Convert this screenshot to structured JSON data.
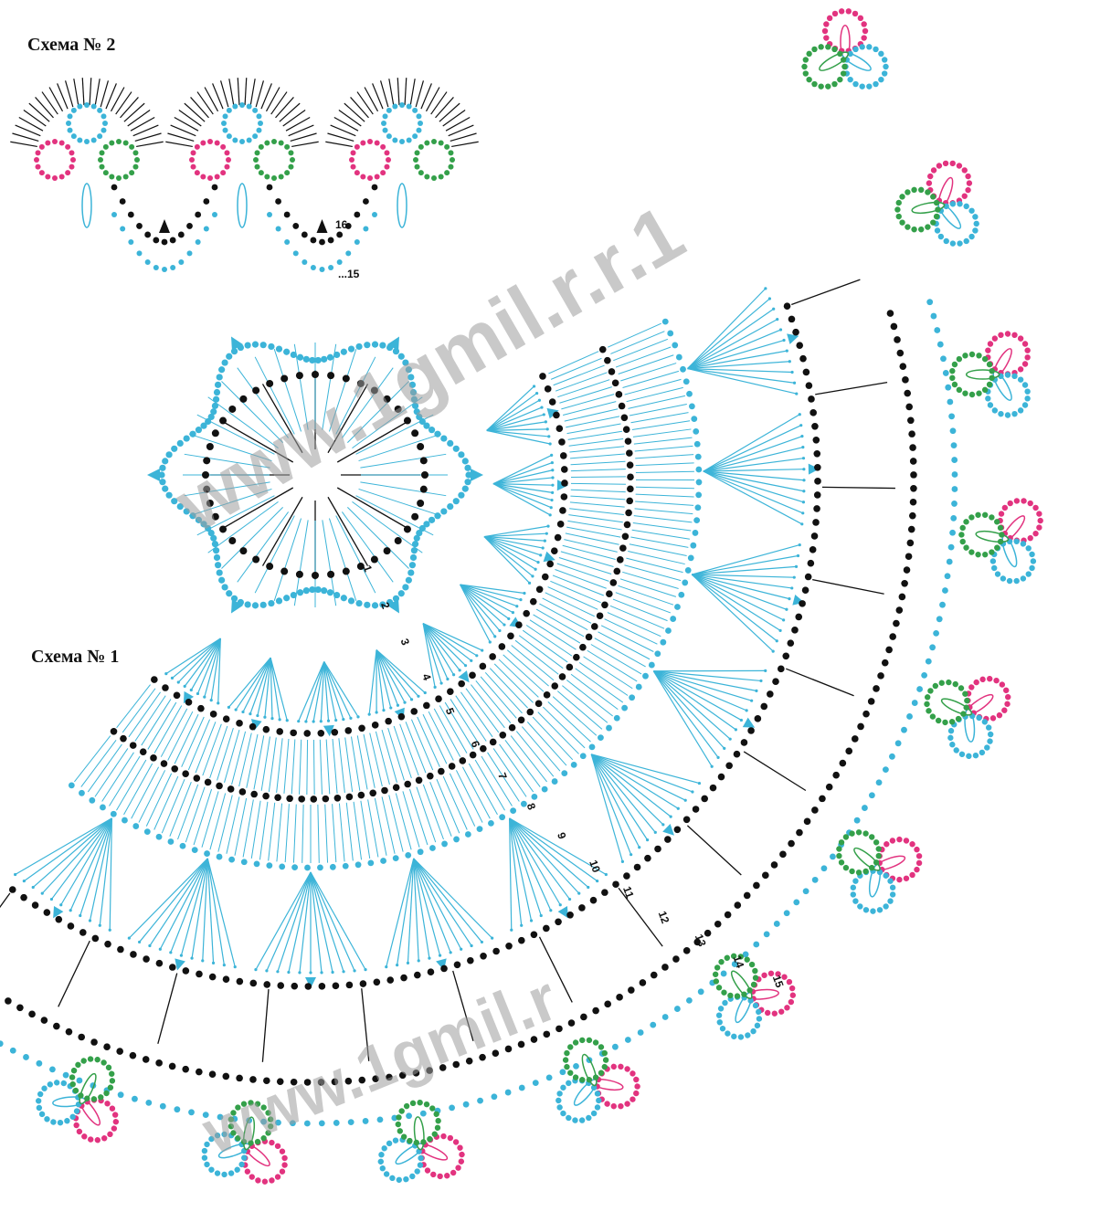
{
  "titles": {
    "scheme2": "Схема № 2",
    "scheme1": "Схема № 1"
  },
  "scheme2_labels": {
    "row16": "16",
    "row15": "...15"
  },
  "watermarks": {
    "main": "www.1gmil.r.r.1",
    "bottom": "www.1gmil.r"
  },
  "colors": {
    "chain_black": "#111111",
    "stitch_blue": "#3cb4d8",
    "petal_pink": "#e2337f",
    "petal_green": "#34a04a",
    "watermark_gray": "#9c9c9c"
  },
  "round_numbers": [
    "1",
    "2",
    "3",
    "4",
    "5",
    "6",
    "7",
    "8",
    "9",
    "10",
    "11",
    "12",
    "13",
    "14",
    "15"
  ]
}
